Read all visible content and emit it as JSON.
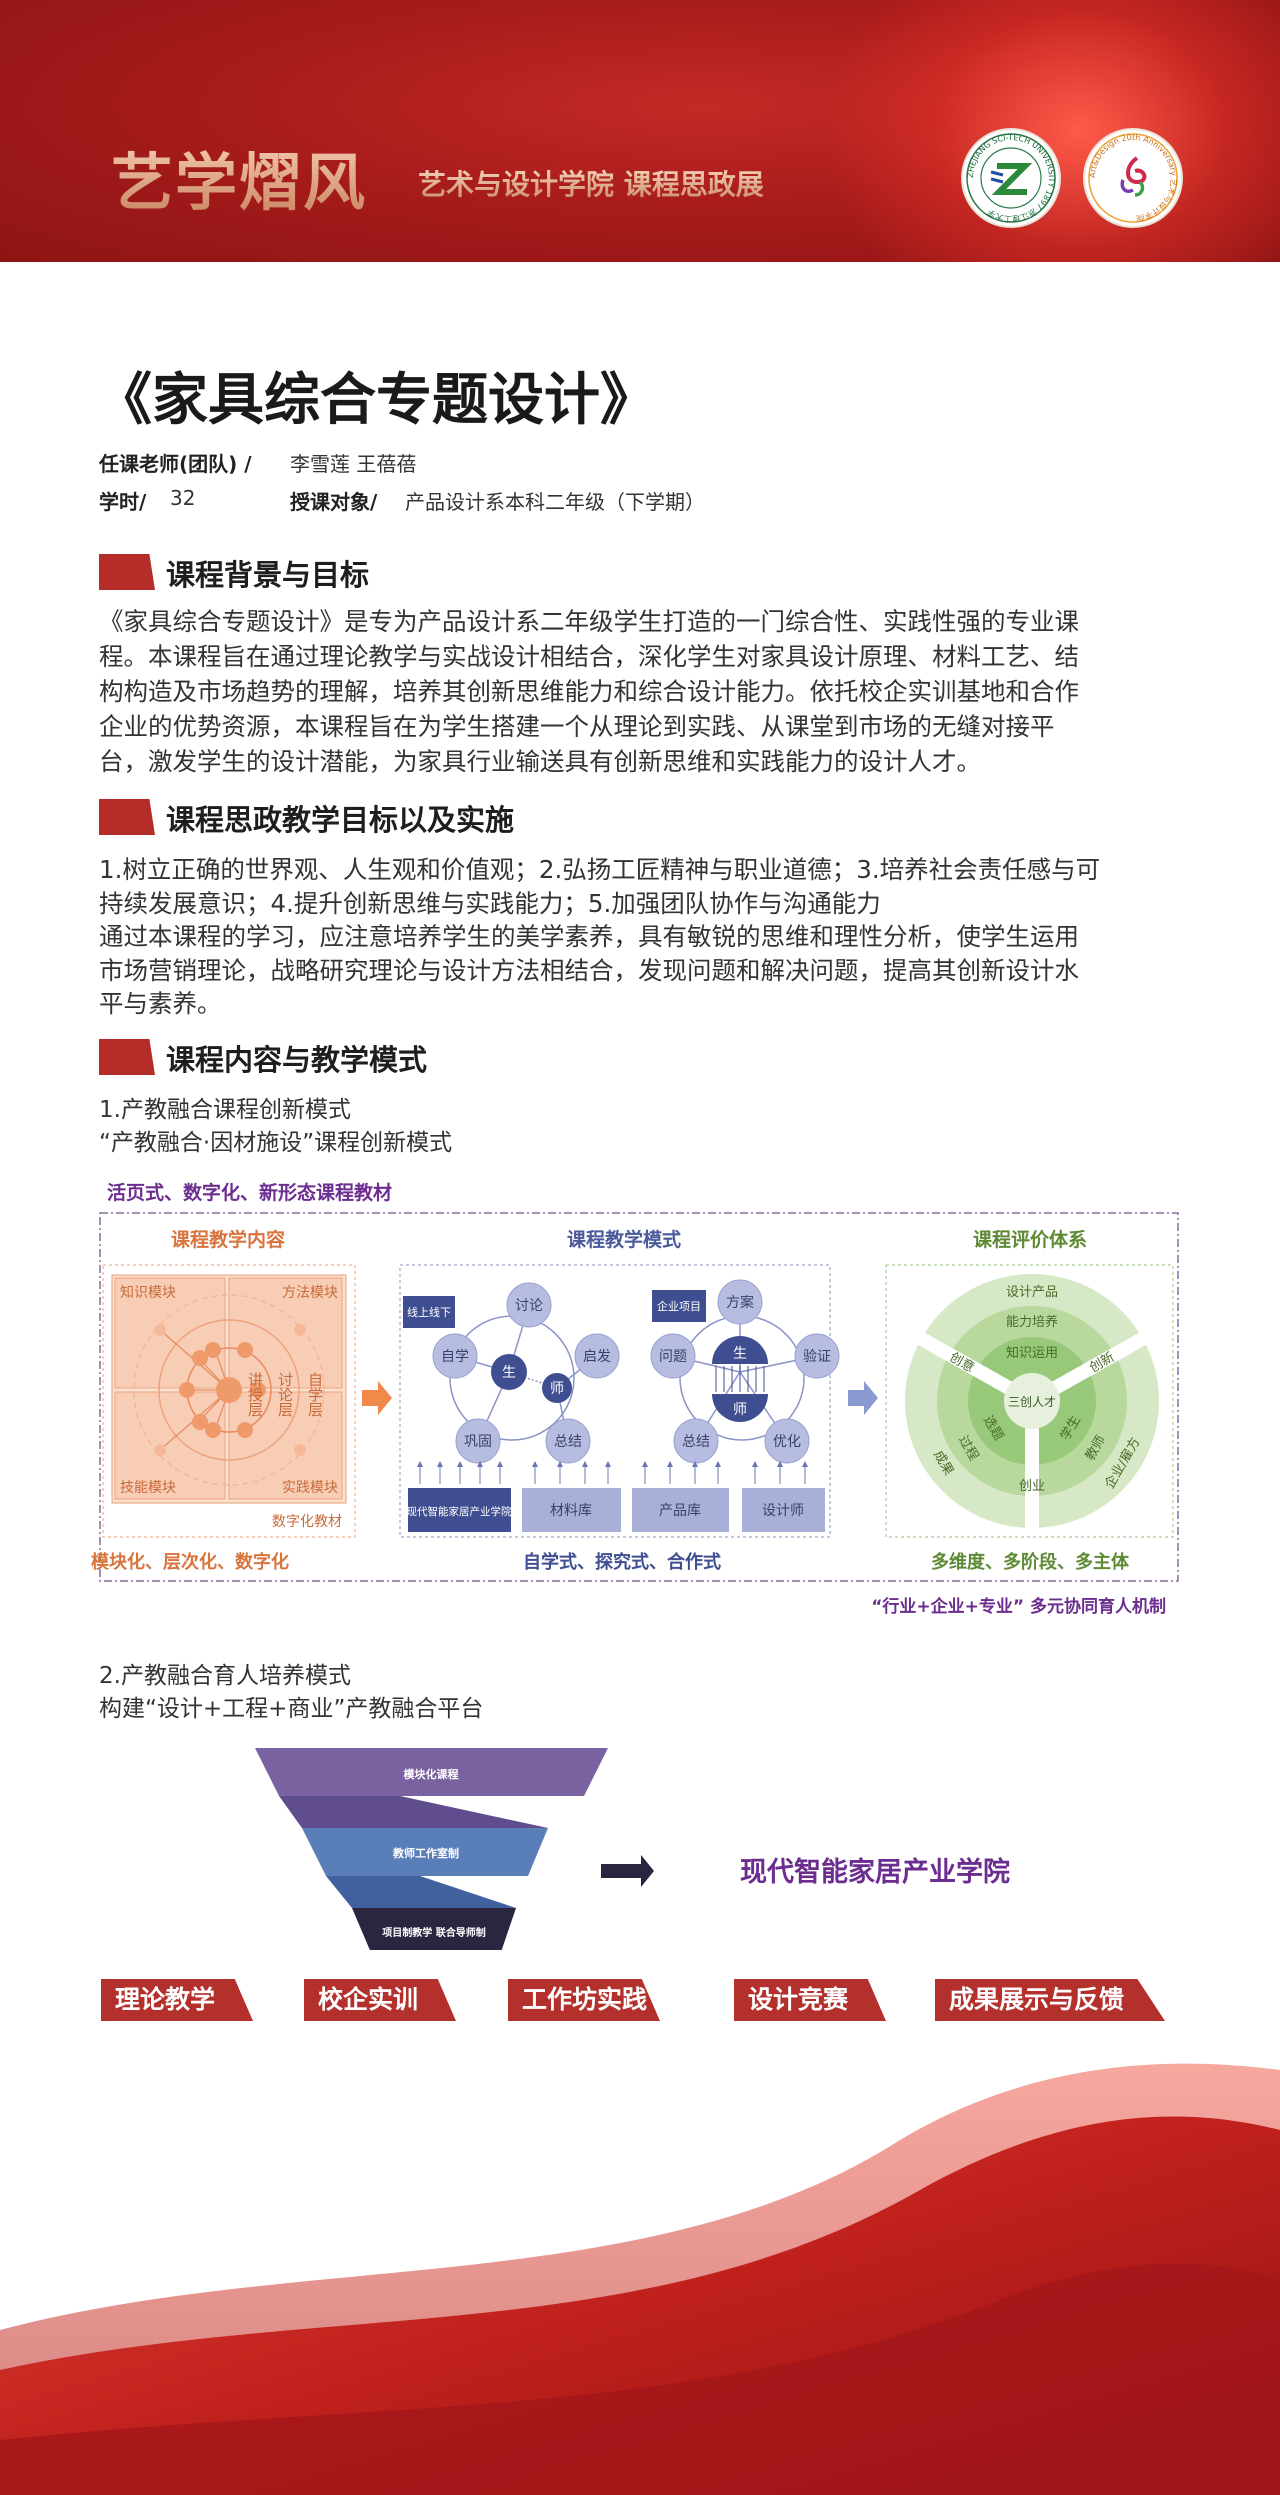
{
  "header": {
    "brand": "艺学熠风",
    "subtitle": "艺术与设计学院  课程思政展",
    "logo_left": "ZHEJIANG SCI-TECH UNIVERSITY 1897 浙江理工大学",
    "logo_right": "Art&Design 20th Anniversary 艺术与设计学院"
  },
  "course": {
    "title": "《家具综合专题设计》",
    "teacher_label": "任课老师(团队) /",
    "teachers": "李雪莲  王蓓蓓",
    "hours_label": "学时/",
    "hours": "32",
    "audience_label": "授课对象/",
    "audience": "产品设计系本科二年级（下学期）"
  },
  "sections": [
    {
      "heading": "课程背景与目标",
      "lines": [
        "《家具综合专题设计》是专为产品设计系二年级学生打造的一门综合性、实践性强的专业课",
        "程。本课程旨在通过理论教学与实战设计相结合，深化学生对家具设计原理、材料工艺、结",
        "构构造及市场趋势的理解，培养其创新思维能力和综合设计能力。依托校企实训基地和合作",
        "企业的优势资源，本课程旨在为学生搭建一个从理论到实践、从课堂到市场的无缝对接平",
        "台，激发学生的设计潜能，为家具行业输送具有创新思维和实践能力的设计人才。"
      ]
    },
    {
      "heading": "课程思政教学目标以及实施",
      "lines": [
        "1.树立正确的世界观、人生观和价值观；2.弘扬工匠精神与职业道德；3.培养社会责任感与可",
        "持续发展意识；4.提升创新思维与实践能力；5.加强团队协作与沟通能力",
        "通过本课程的学习，应注意培养学生的美学素养，具有敏锐的思维和理性分析，使学生运用",
        "市场营销理论，战略研究理论与设计方法相结合，发现问题和解决问题，提高其创新设计水",
        "平与素养。"
      ]
    },
    {
      "heading": "课程内容与教学模式",
      "lines": [
        "1.产教融合课程创新模式",
        "“产教融合·因材施设”课程创新模式"
      ]
    }
  ],
  "diagram1": {
    "top_label": "活页式、数字化、新形态课程教材",
    "bottom_note": "“行业+企业+专业” 多元协同育人机制",
    "content": {
      "title": "课程教学内容",
      "quadrants": [
        "知识模块",
        "方法模块",
        "技能模块",
        "实践模块"
      ],
      "layers": [
        "讲授层",
        "讨论层",
        "自学层"
      ],
      "caption": "数字化教材",
      "footer": "模块化、层次化、数字化"
    },
    "mode": {
      "title": "课程教学模式",
      "cluster1_tag": "线上线下",
      "cluster1_nodes": [
        "讨论",
        "自学",
        "启发",
        "巩固",
        "总结"
      ],
      "cluster2_tag": "企业项目",
      "cluster2_nodes": [
        "方案",
        "问题",
        "验证",
        "总结",
        "优化"
      ],
      "student": "生",
      "teacher": "师",
      "resources": [
        "现代智能家居产业学院",
        "材料库",
        "产品库",
        "设计师"
      ],
      "footer": "自学式、探究式、合作式"
    },
    "evaluation": {
      "title": "课程评价体系",
      "rings": [
        "设计产品",
        "能力培养",
        "知识运用"
      ],
      "center": "三创人才",
      "branches": [
        "创意",
        "创新",
        "创业"
      ],
      "left_labels": [
        "选题",
        "过程",
        "成果"
      ],
      "right_labels": [
        "学生",
        "教师",
        "企业/雇方"
      ],
      "footer": "多维度、多阶段、多主体"
    }
  },
  "section3_part2": {
    "lines": [
      "2.产教融合育人培养模式",
      "构建“设计+工程+商业”产教融合平台"
    ]
  },
  "funnel": {
    "tiers": [
      "模块化课程",
      "教师工作室制",
      "项目制教学 联合导师制"
    ],
    "target": "现代智能家居产业学院",
    "colors": [
      "#7a62a0",
      "#5a7fb8",
      "#2b2540"
    ]
  },
  "steps": [
    "理论教学",
    "校企实训",
    "工作坊实践",
    "设计竞赛",
    "成果展示与反馈"
  ],
  "colors": {
    "accent_red": "#b42d28",
    "purple": "#6b2d8f",
    "orange": "#e07a45",
    "green": "#6a9a3a",
    "blue": "#4a5a9a"
  }
}
